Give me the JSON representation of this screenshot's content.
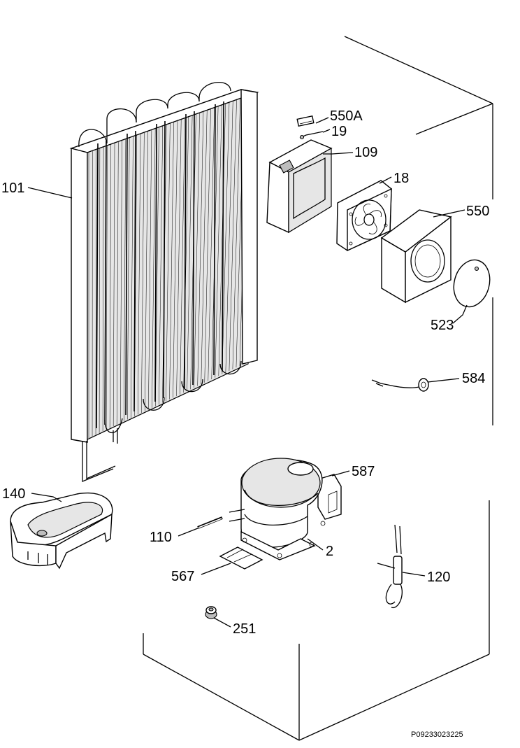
{
  "parts": [
    {
      "id": "101",
      "label": "101"
    },
    {
      "id": "550a",
      "label": "550A"
    },
    {
      "id": "19",
      "label": "19"
    },
    {
      "id": "109",
      "label": "109"
    },
    {
      "id": "18",
      "label": "18"
    },
    {
      "id": "550",
      "label": "550"
    },
    {
      "id": "523",
      "label": "523"
    },
    {
      "id": "584",
      "label": "584"
    },
    {
      "id": "587",
      "label": "587"
    },
    {
      "id": "140",
      "label": "140"
    },
    {
      "id": "110",
      "label": "110"
    },
    {
      "id": "2",
      "label": "2"
    },
    {
      "id": "567",
      "label": "567"
    },
    {
      "id": "120",
      "label": "120"
    },
    {
      "id": "251",
      "label": "251"
    }
  ],
  "drawing_code": "P09233023225"
}
